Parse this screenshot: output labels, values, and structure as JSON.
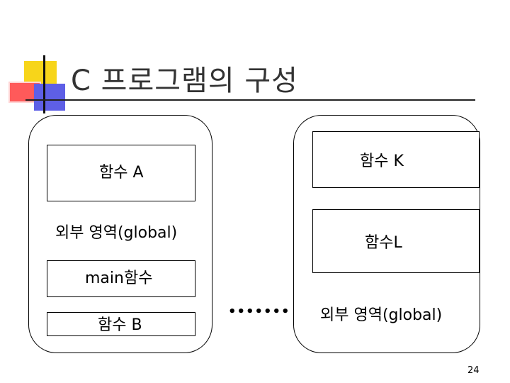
{
  "slide": {
    "title": "C 프로그램의 구성",
    "page_number": "24"
  },
  "left_panel": {
    "func_a": "함수 A",
    "global_area": "외부 영역(global)",
    "main_func": "main함수",
    "func_b": "함수 B"
  },
  "ellipsis": "•••••••",
  "right_panel": {
    "func_k": "함수 K",
    "func_l": "함수L",
    "global_area": "외부 영역(global)"
  }
}
